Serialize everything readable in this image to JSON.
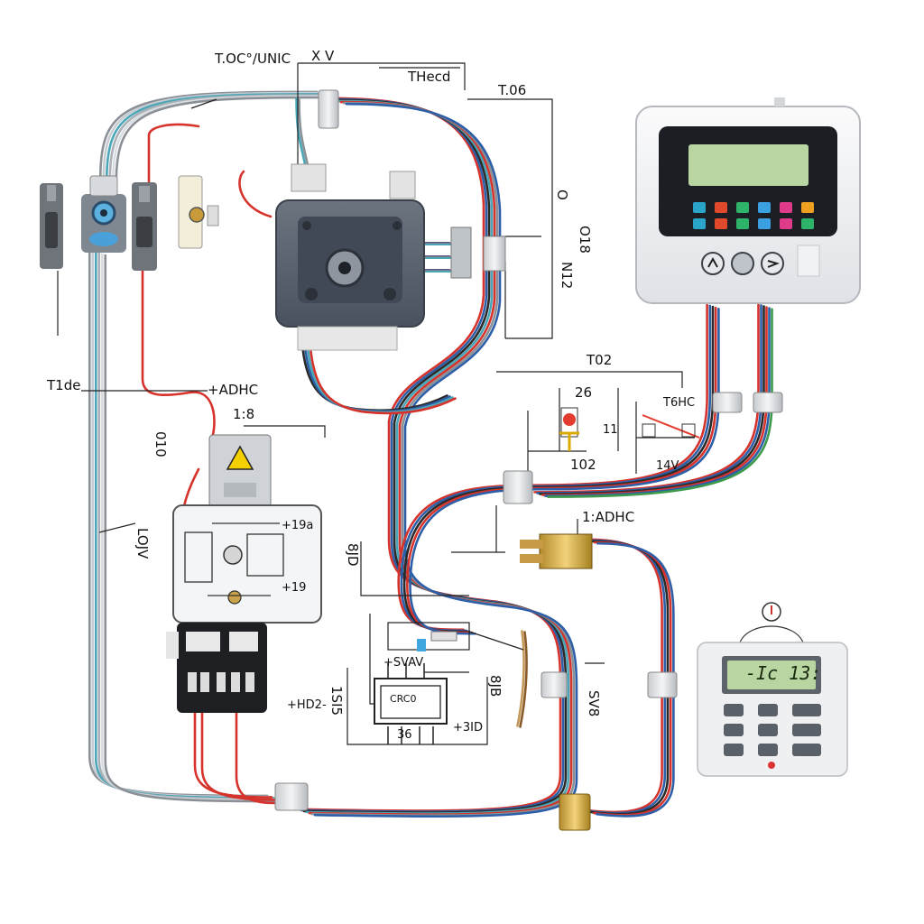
{
  "labels": {
    "top_left_title": "T.OC°/UNIC",
    "top_xv": "X V",
    "top_thecd": "THecd",
    "top_t06": "T.06",
    "right_vert_o": "O",
    "right_vert_o18": "O18",
    "right_vert_n12": "N12",
    "mid_t02": "T02",
    "left_t1de": "T1de",
    "left_adhc": "+ADHC",
    "left_18": "1:8",
    "left_vert_010": "010",
    "left_vert_lojv": "LOJV",
    "sensor_26": "26",
    "sensor_t6hc": "T6HC",
    "sensor_102": "102",
    "sensor_11": "11",
    "sensor_14v": "14V",
    "mid_1adhc": "1:ADHC",
    "relay_19a": "+19a",
    "relay_19b": "+19",
    "center_vert_8jd": "8JD",
    "center_vert_8jb": "8JB",
    "center_vert_1ste": "1SI5",
    "center_svav": "+SVAV",
    "center_hd2": "+HD2-",
    "center_chip": "CRC0",
    "center_36": "36",
    "center_3id": "+3ID",
    "right_vert_sv": "SV8",
    "thermo_lcd": "-Ic 13:"
  },
  "colors": {
    "wire_red": "#d6332c",
    "wire_blue": "#2d5fa8",
    "wire_teal": "#4aa7b8",
    "wire_gray": "#8a9096",
    "wire_black": "#2a2a2a",
    "wire_green": "#3c9a4a",
    "panel_gray": "#5b6270",
    "lcd_green": "#b9d6a2",
    "thermostat_body": "#eef0f2"
  },
  "icons": [
    "connector-left-icon",
    "connector-center-icon",
    "connector-right-icon",
    "control-module-icon",
    "warning-icon",
    "relay-icon",
    "fuse-block-icon",
    "thermostat-large-icon",
    "thermostat-small-icon",
    "terminal-block-icon"
  ]
}
